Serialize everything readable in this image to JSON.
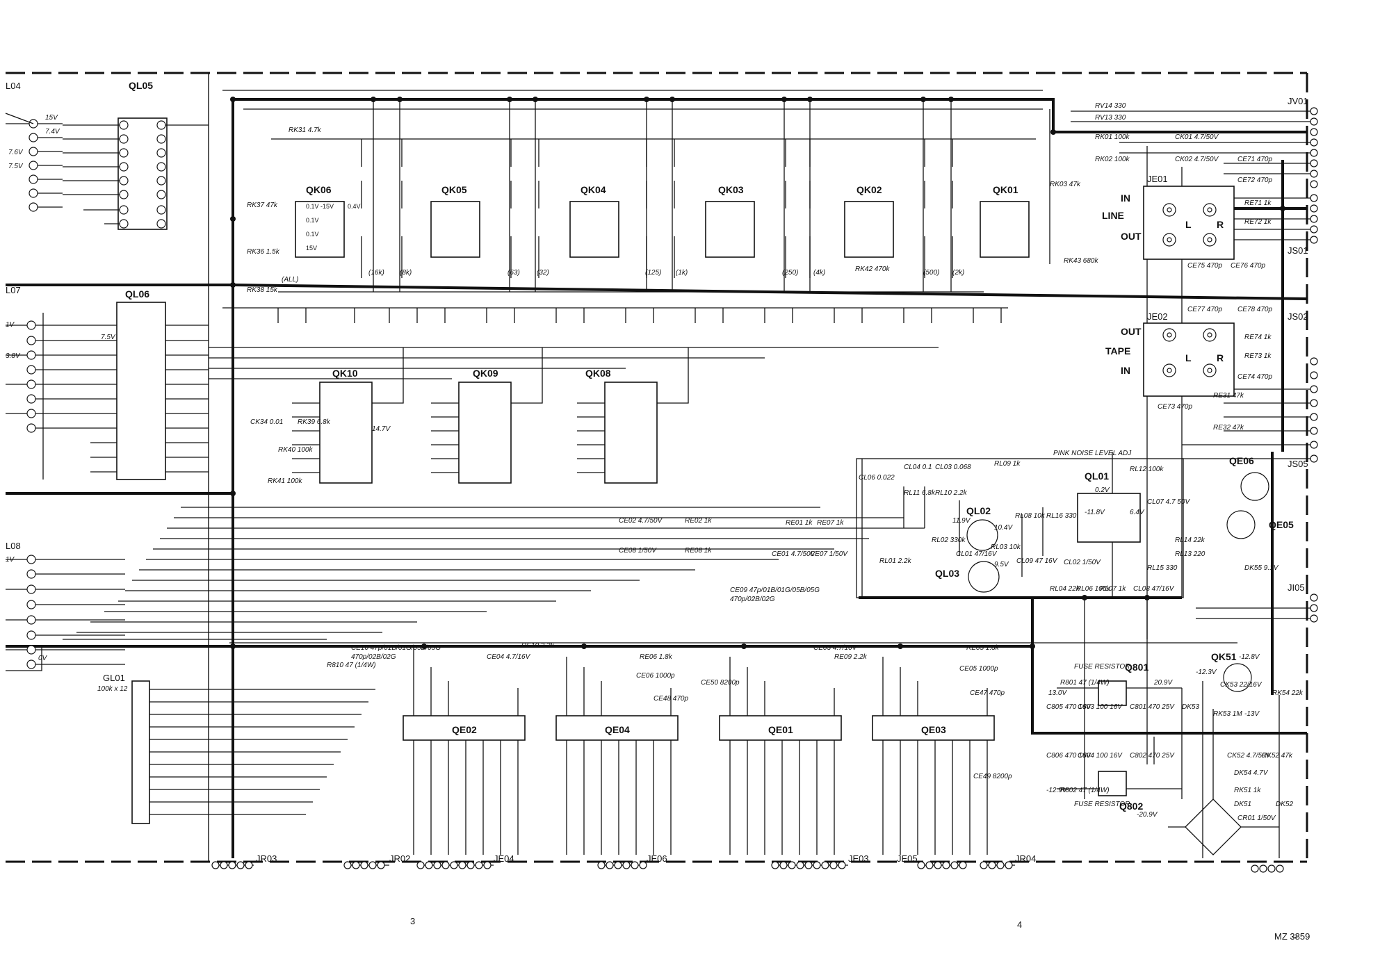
{
  "page": {
    "section_left": "3",
    "section_right": "4",
    "page_code": "MZ 3̶859"
  },
  "ic": {
    "qk": [
      "QK06",
      "QK05",
      "QK04",
      "QK03",
      "QK02",
      "QK01",
      "QK10",
      "QK09",
      "QK08"
    ],
    "ql": [
      "QL05",
      "QL06",
      "QL01",
      "QL02",
      "QL03"
    ],
    "qe": [
      "QE02",
      "QE04",
      "QE01",
      "QE03",
      "QE06",
      "QE05"
    ],
    "power": [
      "Q801",
      "Q802",
      "QK51"
    ],
    "gl": "GL01",
    "gl_value": "100k x 12"
  },
  "connectors": {
    "left": [
      "L04",
      "L07",
      "L08"
    ],
    "right": [
      "JV01",
      "JS01",
      "JS02",
      "JS05",
      "JI05"
    ],
    "bottom": [
      "JR03",
      "JR02",
      "JE04",
      "JE06",
      "JE03",
      "JE05",
      "JR04"
    ],
    "jacks": [
      "JE01",
      "JE02"
    ]
  },
  "jack_labels": {
    "line": "LINE",
    "tape": "TAPE",
    "in": "IN",
    "out": "OUT",
    "l": "L",
    "r": "R"
  },
  "notes": {
    "pink_noise": "PINK NOISE LEVEL ADJ",
    "fuse1": "FUSE RESISTOR",
    "fuse2": "FUSE RESISTOR",
    "all": "(ALL)",
    "ce10": "CE10 47p/01B/01G/05B/05G",
    "ce10b": "470p/02B/02G",
    "ce09": "CE09 47p/01B/01G/05B/05G",
    "ce09b": "470p/02B/02G"
  },
  "filter_bands": [
    "(16k)",
    "(8k)",
    "(63)",
    "(32)",
    "(125)",
    "(1k)",
    "(250)",
    "(4k)",
    "(500)",
    "(2k)"
  ],
  "components": {
    "rk31": "RK31 4.7k",
    "rk37": "RK37 47k",
    "rk36": "RK36 1.5k",
    "rk38": "RK38 15k",
    "rk39": "RK39 6.8k",
    "rk40": "RK40 100k",
    "rk41": "RK41 100k",
    "ck34": "CK34 0.01",
    "rk42": "RK42 470k",
    "rk43": "RK43 680k",
    "rk03": "RK03 47k",
    "rv14": "RV14 330",
    "rv13": "RV13 330",
    "rk01": "RK01 100k",
    "rk02": "RK02 100k",
    "ck01": "CK01 4.7/50V",
    "ck02": "CK02 4.7/50V",
    "ce71": "CE71 470p",
    "ce72": "CE72 470p",
    "re71": "RE71 1k",
    "re72": "RE72 1k",
    "ce75": "CE75 470p",
    "ce76": "CE76 470p",
    "ce77": "CE77 470p",
    "ce78": "CE78 470p",
    "re74": "RE74 1k",
    "re73": "RE73 1k",
    "ce74": "CE74 470p",
    "ce73": "CE73 470p",
    "re31": "RE31 47k",
    "re32": "RE32 47k",
    "ce02": "CE02 4.7/50V",
    "ce08": "CE08 1/50V",
    "re02": "RE02 1k",
    "re08": "RE08 1k",
    "re01": "RE01 1k",
    "re07": "RE07 1k",
    "ce01": "CE01 4.7/50V",
    "ce07": "CE07 1/50V",
    "re10": "RE10 2.2k",
    "ce04": "CE04 4.7/16V",
    "re06": "RE06 1.8k",
    "ce06": "CE06 1000p",
    "ce48": "CE48 470p",
    "ce50": "CE50 8200p",
    "ce03": "CE03 4.7/16V",
    "re09": "RE09 2.2k",
    "re05": "RE05 1.8k",
    "ce05": "CE05 1000p",
    "ce47": "CE47 470p",
    "ce49": "CE49 8200p",
    "rl09": "RL09 1k",
    "rl12": "RL12 100k",
    "cl06": "CL06 0.022",
    "cl04": "CL04 0.1",
    "cl03": "CL03 0.068",
    "rl11": "RL11 6.8k",
    "rl10": "RL10 2.2k",
    "rl16": "RL16 330",
    "rl08": "RL08 10k",
    "cl07": "CL07 4.7 50V",
    "rl02": "RL02 330k",
    "cl01": "CL01 47/16V",
    "rl03": "RL03 10k",
    "rl01": "RL01 2.2k",
    "cl09": "CL09 47 16V",
    "cl02": "CL02 1/50V",
    "rl04": "RL04 22k",
    "rl06": "RL06 100k",
    "rl07": "RL07 1k",
    "rl15": "RL15 330",
    "cl08": "CL08 47/16V",
    "rl14": "RL14 22k",
    "rl13": "RL13 220",
    "dk55": "DK55 9.1V",
    "r801": "R801 47 (1/4W)",
    "r802": "R802 47 (1/4W)",
    "c805": "C805 470 16V",
    "c803": "C803 100 16V",
    "c801": "C801 470 25V",
    "c806": "C806 470 16V",
    "c804": "C804 100 16V",
    "c802": "C802 470 25V",
    "rk53": "RK53 1M",
    "ck53": "CK53 22/16V",
    "rk54": "RK54 22k",
    "ck52": "CK52 4.7/50V",
    "rk52": "RK52 47k",
    "dk54": "DK54 4.7V",
    "rk51": "RK51 1k",
    "dk51": "DK51",
    "dk52": "DK52",
    "dk53": "DK53",
    "cr01": "CR01 1/50V",
    "r810": "R810 47 (1/4W)"
  },
  "voltages": {
    "v15": "15V",
    "v74": "7.4V",
    "v76": "7.6V",
    "v75": "7.5V",
    "v0": "0V",
    "v1": "1V",
    "v38": "3.8V",
    "m129": "-12.9V",
    "m123": "-12.3V",
    "m128": "-12.8V",
    "m13": "-13V",
    "p209": "20.9V",
    "m209": "-20.9V",
    "p13": "13.0V",
    "m118": "-11.8V",
    "p119": "11.9V",
    "p104": "10.4V",
    "p95": "9.5V",
    "p02": "0.2V",
    "p64": "6.4V",
    "p04": "0.4V",
    "p01": "0.1V",
    "p147": "14.7V"
  },
  "qk_pins": {
    "p5": "0.1V -15V",
    "p4": "0.4V",
    "p6": "0.1V",
    "p7": "0.1V",
    "p8": "15V"
  }
}
